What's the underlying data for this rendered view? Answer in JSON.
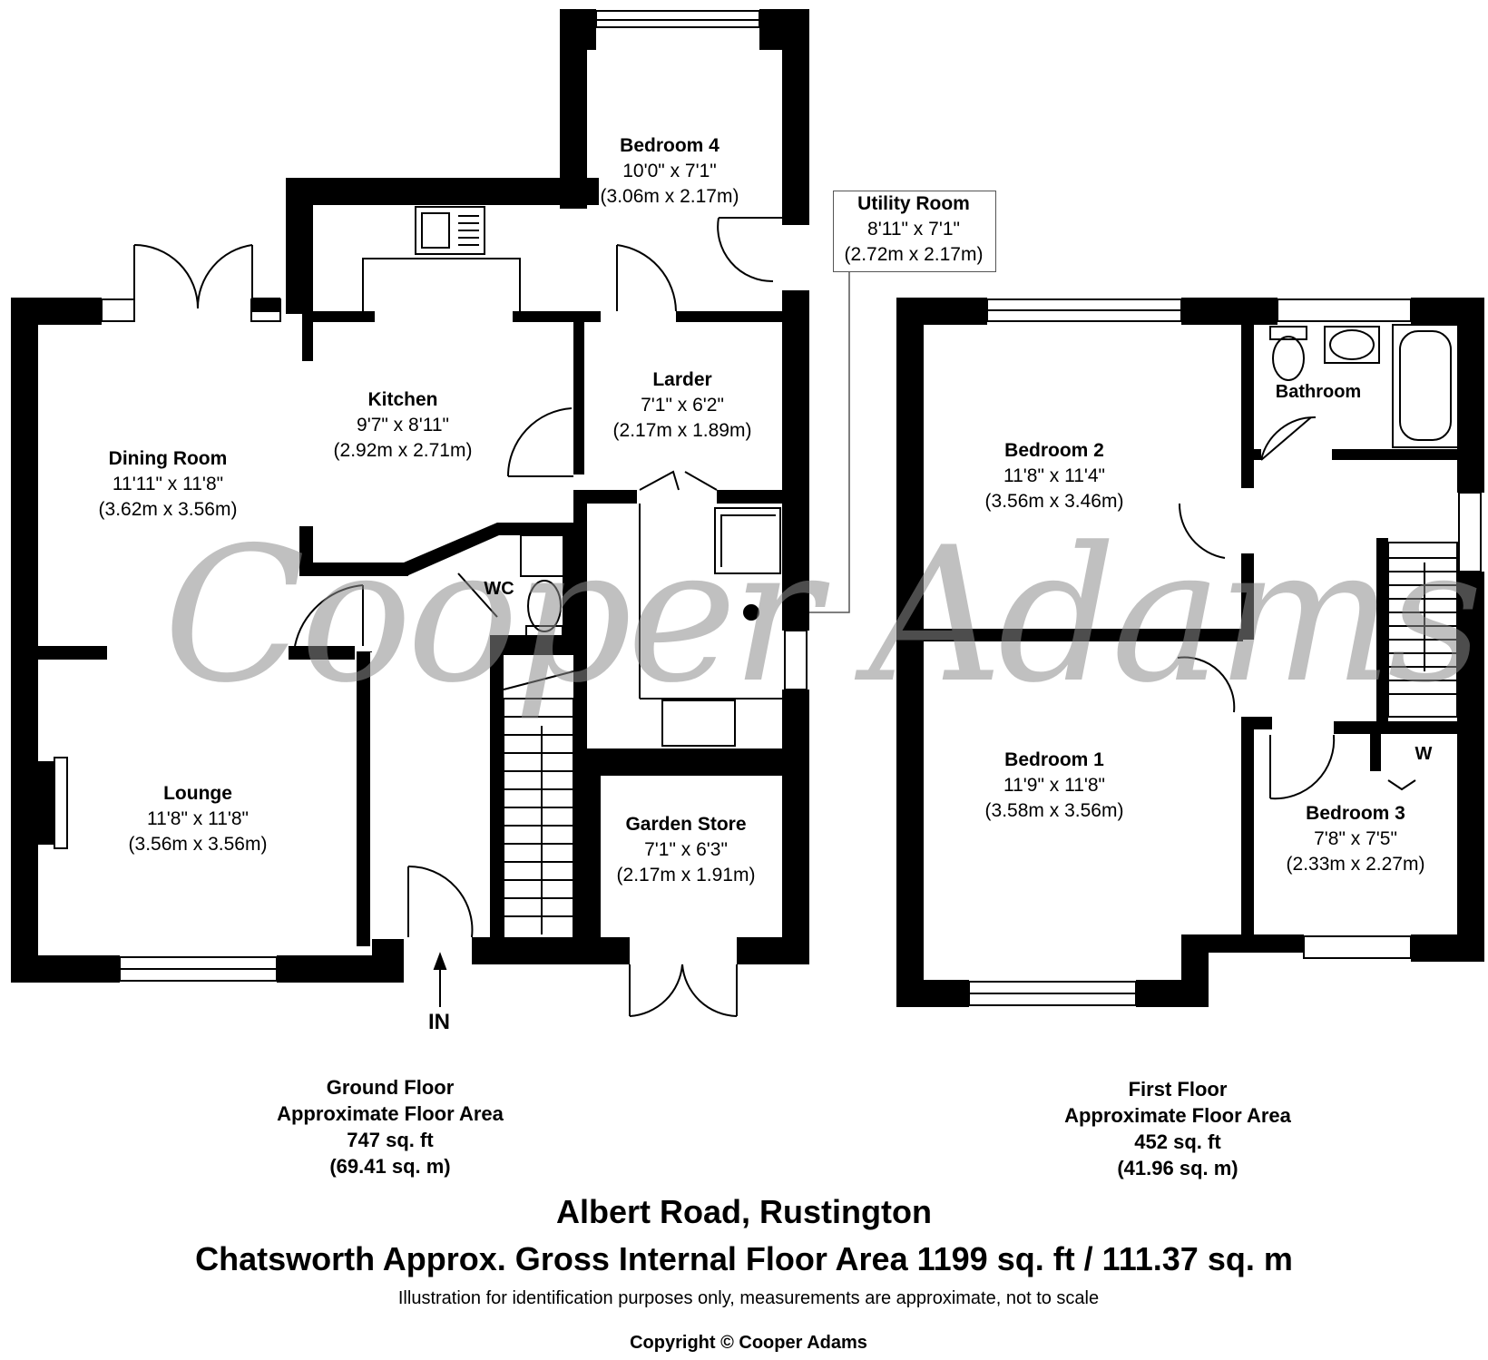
{
  "watermark": "Cooper Adams",
  "rooms": {
    "bedroom4": {
      "name": "Bedroom 4",
      "imperial": "10'0\" x 7'1\"",
      "metric": "(3.06m x 2.17m)"
    },
    "utility": {
      "name": "Utility Room",
      "imperial": "8'11\" x 7'1\"",
      "metric": "(2.72m x 2.17m)"
    },
    "larder": {
      "name": "Larder",
      "imperial": "7'1\" x 6'2\"",
      "metric": "(2.17m x 1.89m)"
    },
    "kitchen": {
      "name": "Kitchen",
      "imperial": "9'7\" x 8'11\"",
      "metric": "(2.92m x 2.71m)"
    },
    "dining": {
      "name": "Dining Room",
      "imperial": "11'11\" x 11'8\"",
      "metric": "(3.62m x 3.56m)"
    },
    "lounge": {
      "name": "Lounge",
      "imperial": "11'8\" x 11'8\"",
      "metric": "(3.56m x 3.56m)"
    },
    "garden_store": {
      "name": "Garden Store",
      "imperial": "7'1\" x 6'3\"",
      "metric": "(2.17m x 1.91m)"
    },
    "bedroom2": {
      "name": "Bedroom 2",
      "imperial": "11'8\" x 11'4\"",
      "metric": "(3.56m x 3.46m)"
    },
    "bedroom1": {
      "name": "Bedroom 1",
      "imperial": "11'9\" x 11'8\"",
      "metric": "(3.58m x 3.56m)"
    },
    "bedroom3": {
      "name": "Bedroom 3",
      "imperial": "7'8\" x 7'5\"",
      "metric": "(2.33m x 2.27m)"
    }
  },
  "small_labels": {
    "wc": "WC",
    "bathroom": "Bathroom",
    "wardrobe": "W",
    "entrance": "IN"
  },
  "ground_floor": {
    "line1": "Ground Floor",
    "line2": "Approximate Floor Area",
    "line3": "747 sq. ft",
    "line4": "(69.41 sq. m)"
  },
  "first_floor": {
    "line1": "First Floor",
    "line2": "Approximate Floor Area",
    "line3": "452 sq. ft",
    "line4": "(41.96 sq. m)"
  },
  "address": "Albert Road, Rustington",
  "gross_area": "Chatsworth Approx. Gross Internal Floor Area 1199 sq. ft / 111.37 sq. m",
  "disclaimer": "Illustration for identification purposes only, measurements are approximate, not to scale",
  "copyright": "Copyright © Cooper Adams"
}
